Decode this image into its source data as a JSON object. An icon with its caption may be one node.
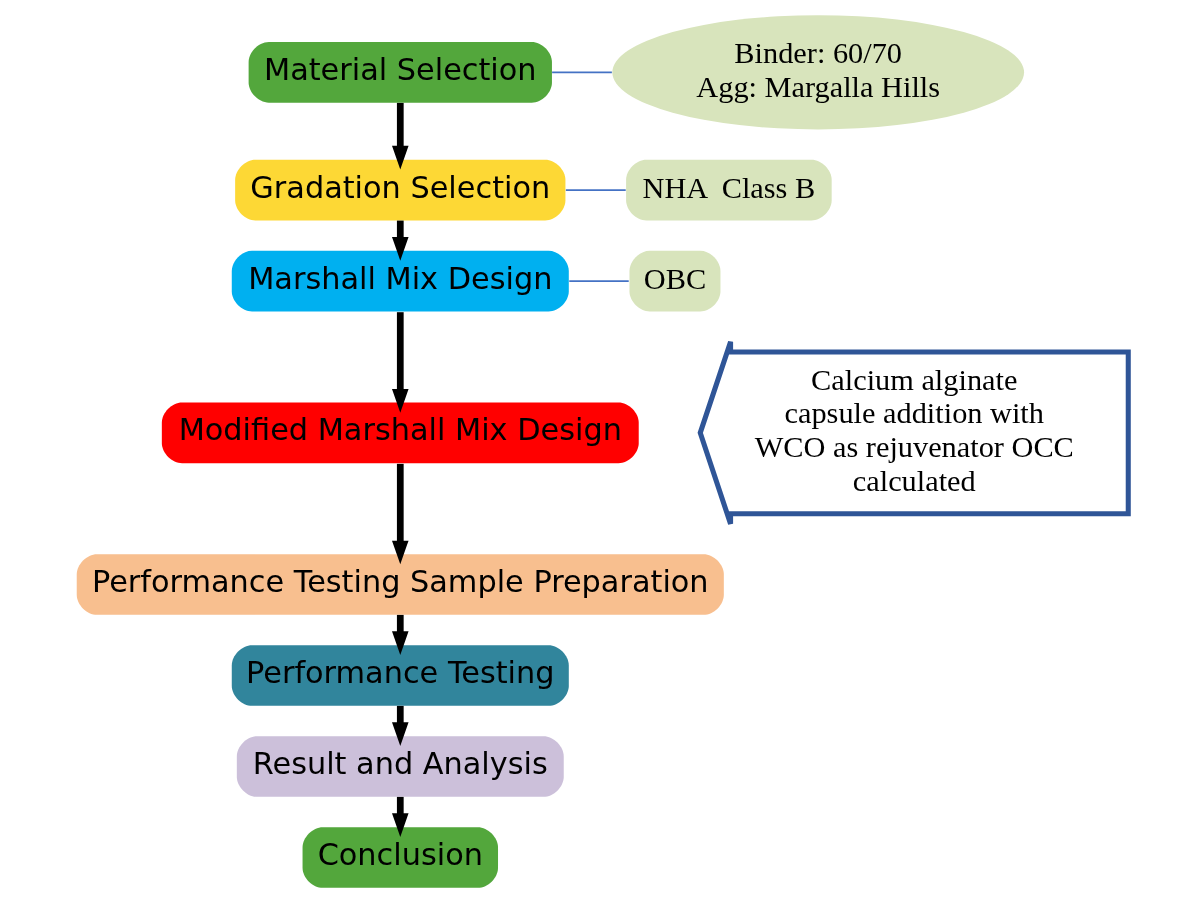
{
  "diagram": {
    "nodes": [
      {
        "text": [
          "Material Selection"
        ]
      },
      {
        "text": [
          "Gradation Selection"
        ]
      },
      {
        "text": [
          "Marshall Mix Design"
        ]
      },
      {
        "text": [
          "Modified Marshall Mix Design"
        ]
      },
      {
        "text": [
          "Performance Testing Sample Preparation"
        ]
      },
      {
        "text": [
          "Performance Testing"
        ]
      },
      {
        "text": [
          "Result and Analysis"
        ]
      },
      {
        "text": [
          "Conclusion"
        ]
      },
      {
        "text": [
          "Binder: 60/70",
          "Agg: Margalla Hills"
        ]
      },
      {
        "text": [
          "NHA  Class B"
        ]
      },
      {
        "text": [
          "OBC"
        ]
      },
      {
        "text": [
          "Calcium alginate capsule addition with WCO as rejuvenator OCC calculated"
        ]
      }
    ],
    "edges": [
      {
        "from": 0,
        "to": 1,
        "arrow": "to"
      },
      {
        "from": 1,
        "to": 2,
        "arrow": "to"
      },
      {
        "from": 2,
        "to": 3,
        "arrow": "to"
      },
      {
        "from": 3,
        "to": 4,
        "arrow": "to"
      },
      {
        "from": 4,
        "to": 5,
        "arrow": "to"
      },
      {
        "from": 5,
        "to": 6,
        "arrow": "to"
      },
      {
        "from": 6,
        "to": 7,
        "arrow": "to"
      },
      {
        "from": 0,
        "to": 8,
        "arrow": "none",
        "color": "#4472c4"
      },
      {
        "from": 1,
        "to": 9,
        "arrow": "none",
        "color": "#4472c4"
      },
      {
        "from": 2,
        "to": 10,
        "arrow": "none",
        "color": "#4472c4"
      }
    ]
  }
}
